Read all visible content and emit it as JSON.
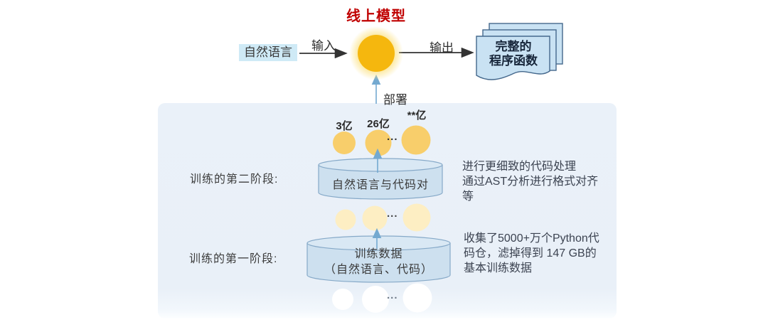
{
  "online": {
    "title": "线上模型",
    "input_chip": "自然语言",
    "input_arrow_label": "输入",
    "output_arrow_label": "输出",
    "deploy_label": "部署",
    "doc_line1": "完整的",
    "doc_line2": "程序函数"
  },
  "params": {
    "label_small": "3亿",
    "label_medium": "26亿",
    "label_large": "**亿",
    "dots": "..."
  },
  "stage2": {
    "label": "训练的第二阶段:",
    "cylinder": "自然语言与代码对",
    "dots": "...",
    "note1": "进行更细致的代码处理",
    "note2": "通过AST分析进行格式对齐",
    "note3": "等"
  },
  "stage1": {
    "label": "训练的第一阶段:",
    "cylinder_line1": "训练数据",
    "cylinder_line2": "（自然语言、代码）",
    "dots": "...",
    "note1": "收集了5000+万个Python代",
    "note2": "码仓，滤掉得到 147 GB的",
    "note3": "基本训练数据"
  },
  "colors": {
    "title_red": "#c00000",
    "sun_core": "#f5b70e",
    "sun_glow": "#fbe284",
    "param_circle": "#f8ce6b",
    "pale_circle": "#fdeec3",
    "white_circle": "#ffffff",
    "cylinder_fill": "#cde0ef",
    "cylinder_top": "#d9e8f4",
    "cylinder_stroke": "#86a9c8",
    "doc_fill": "#c9e2f3",
    "doc_stroke": "#44688c",
    "panel_bg": "#eaf1f9",
    "chip_bg": "#cfeaf6",
    "blue_arrow": "#74a9d0",
    "dark_arrow": "#333333"
  }
}
